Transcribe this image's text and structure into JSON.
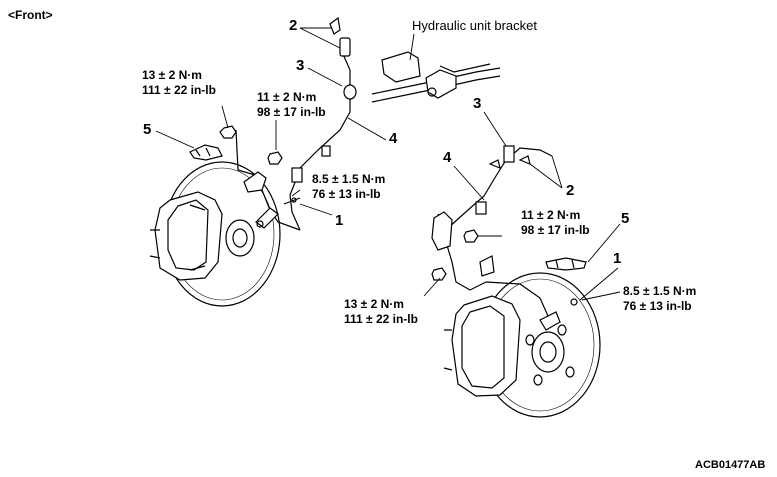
{
  "header": {
    "view_label": "<Front>"
  },
  "figure_code": "ACB01477AB",
  "callouts": {
    "left_2": "2",
    "left_3": "3",
    "left_4": "4",
    "left_5": "5",
    "left_1": "1",
    "right_3": "3",
    "right_4": "4",
    "right_2": "2",
    "right_5": "5",
    "right_1": "1"
  },
  "notes": {
    "bracket": "Hydraulic unit bracket"
  },
  "torques": {
    "left_caliper_top": {
      "nm": "13 ± 2 N·m",
      "inlb": "111 ± 22 in-lb"
    },
    "left_clamp": {
      "nm": "11 ± 2 N·m",
      "inlb": "98 ± 17 in-lb"
    },
    "left_sensor": {
      "nm": "8.5 ± 1.5 N·m",
      "inlb": "76 ± 13 in-lb"
    },
    "right_clamp": {
      "nm": "11 ± 2 N·m",
      "inlb": "98 ± 17 in-lb"
    },
    "right_bracket": {
      "nm": "13 ± 2 N·m",
      "inlb": "111 ± 22 in-lb"
    },
    "right_sensor": {
      "nm": "8.5 ± 1.5 N·m",
      "inlb": "76 ± 13 in-lb"
    }
  }
}
